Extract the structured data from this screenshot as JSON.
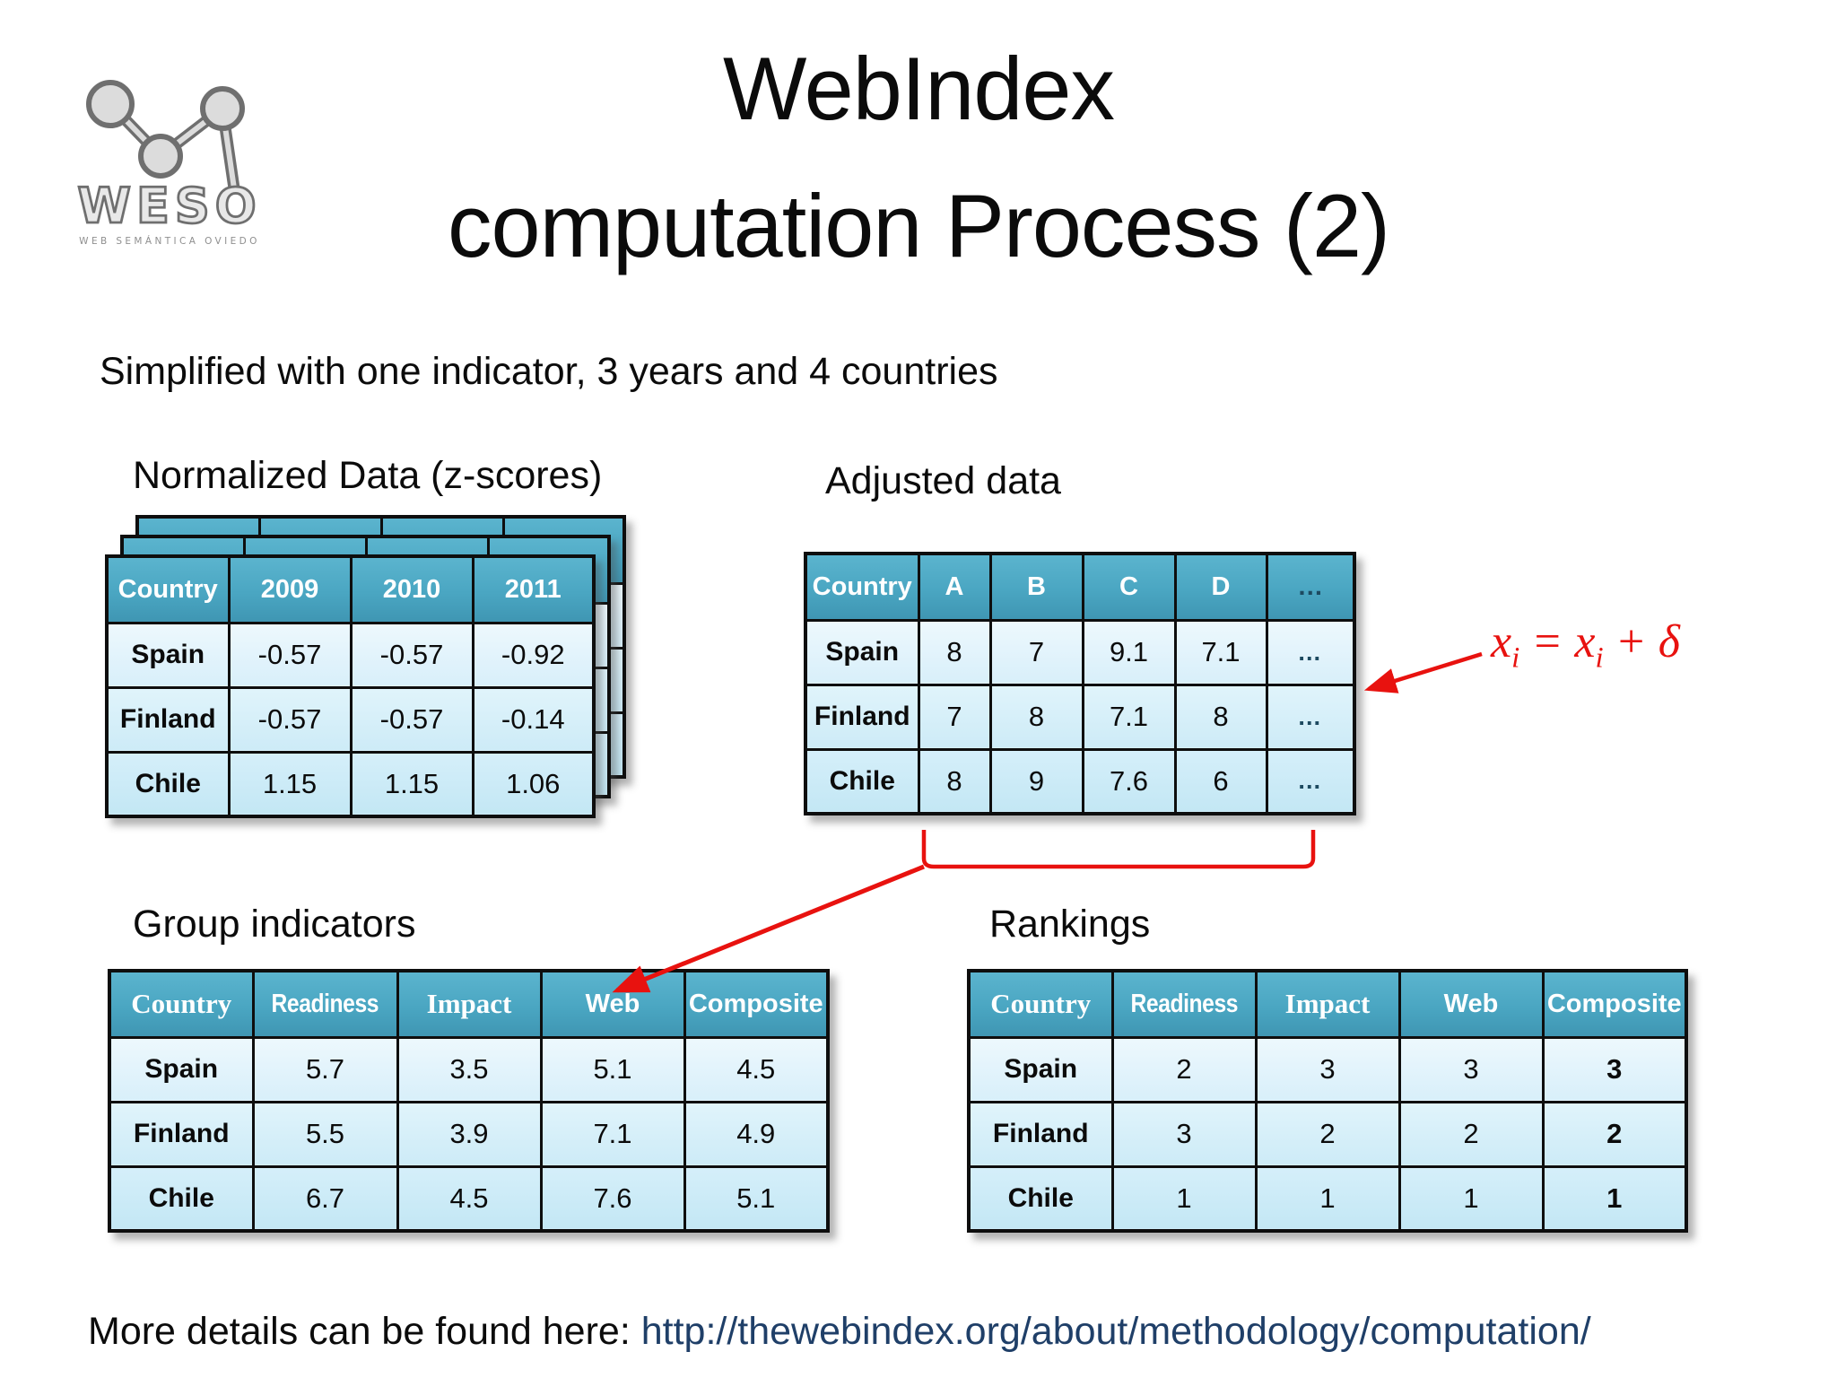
{
  "colors": {
    "header_teal_top": "#5bb4ce",
    "header_teal_mid": "#4aa6c2",
    "header_teal_bottom": "#3f96b3",
    "row_light": "#ecf8fd",
    "row_light_deep": "#c3e7f4",
    "table_border": "#0e0e0e",
    "accent_red": "#e8120f",
    "link_blue": "#1f3f68",
    "dots_dark": "#1d4a60",
    "text_black": "#0b0b0b"
  },
  "logo": {
    "wordmark": "WESO",
    "caption": "WEB SEMÁNTICA OVIEDO"
  },
  "title": {
    "line1": "WebIndex",
    "line2": "computation Process (2)"
  },
  "subtitle": "Simplified with one indicator, 3 years and 4 countries",
  "formula": {
    "var1": "x",
    "sub1": "i",
    "equals": " = ",
    "var2": "x",
    "sub2": "i",
    "tail": " + δ"
  },
  "tables": {
    "normalized": {
      "title": "Normalized Data (z-scores)",
      "headers": [
        "Country",
        "2009",
        "2010",
        "2011"
      ],
      "rows": [
        [
          "Spain",
          "-0.57",
          "-0.57",
          "-0.92"
        ],
        [
          "Finland",
          "-0.57",
          "-0.57",
          "-0.14"
        ],
        [
          "Chile",
          "1.15",
          "1.15",
          "1.06"
        ]
      ]
    },
    "adjusted": {
      "title": "Adjusted data",
      "headers": [
        "Country",
        "A",
        "B",
        "C",
        "D",
        "…"
      ],
      "rows": [
        [
          "Spain",
          "8",
          "7",
          "9.1",
          "7.1",
          "…"
        ],
        [
          "Finland",
          "7",
          "8",
          "7.1",
          "8",
          "…"
        ],
        [
          "Chile",
          "8",
          "9",
          "7.6",
          "6",
          "…"
        ]
      ]
    },
    "group": {
      "title": "Group indicators",
      "headers": [
        "Country",
        "Readiness",
        "Impact",
        "Web",
        "Composite"
      ],
      "rows": [
        [
          "Spain",
          "5.7",
          "3.5",
          "5.1",
          "4.5"
        ],
        [
          "Finland",
          "5.5",
          "3.9",
          "7.1",
          "4.9"
        ],
        [
          "Chile",
          "6.7",
          "4.5",
          "7.6",
          "5.1"
        ]
      ]
    },
    "rankings": {
      "title": "Rankings",
      "headers": [
        "Country",
        "Readiness",
        "Impact",
        "Web",
        "Composite"
      ],
      "rows": [
        [
          "Spain",
          "2",
          "3",
          "3",
          "3"
        ],
        [
          "Finland",
          "3",
          "2",
          "2",
          "2"
        ],
        [
          "Chile",
          "1",
          "1",
          "1",
          "1"
        ]
      ]
    }
  },
  "footer": {
    "text": "More details can be found here: ",
    "link": "http://thewebindex.org/about/methodology/computation/"
  }
}
